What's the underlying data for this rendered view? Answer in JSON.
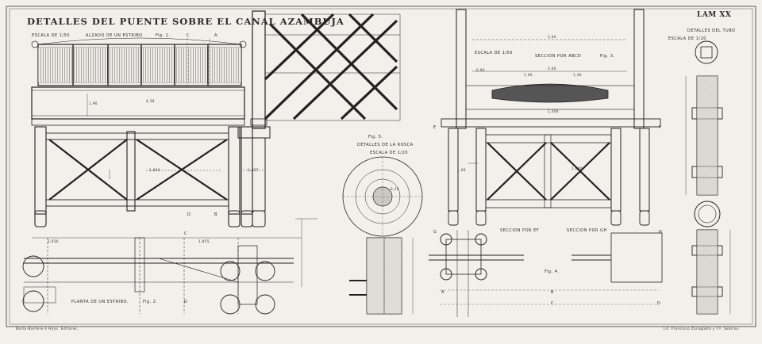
{
  "sheet": {
    "title": "DETALLES DEL PUENTE SOBRE EL CANAL AZAMBUJA",
    "plate": "LAM XX",
    "printer_left": "Bailly-Baillère é Hijos. Editores.",
    "printer_right": "Lit. Francisco Zaragüeta y Cª. Sobrino."
  },
  "labels": {
    "escala_left": "ESCALA DE 1/50",
    "alzado": "ALZADO DE UN ESTRIBO",
    "fig1": "Fig. 1.",
    "planta": "PLANTA DE UN ESTRIBO.",
    "fig2": "Fig. 2.",
    "fig5": "Fig. 5.",
    "detalles_rosca": "DETALLES DE LA ROSCA",
    "escala_rosca": "ESCALA DE 1/20",
    "escala_mid": "ESCALA DE 1/50",
    "seccion_abcd": "SECCION POR ABCD",
    "fig3": "Fig. 3.",
    "seccion_ef": "SECCION POR EF",
    "seccion_gh": "SECCION POR GH",
    "fig4": "Fig. 4.",
    "detalles_tubo": "DETALLES DEL TUBO",
    "escala_tubo": "ESCALA DE 1/20"
  },
  "letters": {
    "c": "C",
    "a": "A",
    "d": "D",
    "b": "B",
    "c2": "C",
    "d2": "D",
    "e": "E",
    "f": "F",
    "g": "G",
    "h": "H",
    "b2": "B",
    "c3": "C",
    "d3": "D",
    "a2": "A"
  },
  "dims": {
    "d1": "4,38",
    "d2": "1,96",
    "d3": "1,800",
    "d4": "2,650",
    "d5": "1,855",
    "d6": "3,40",
    "d7": "3,00",
    "d8": "0,90",
    "d9": "1,00",
    "d10": "1,800",
    "d11": "1,00",
    "d12": "1,40",
    "d13": "0,20",
    "d14": "1,400",
    "d15": "1,857"
  }
}
